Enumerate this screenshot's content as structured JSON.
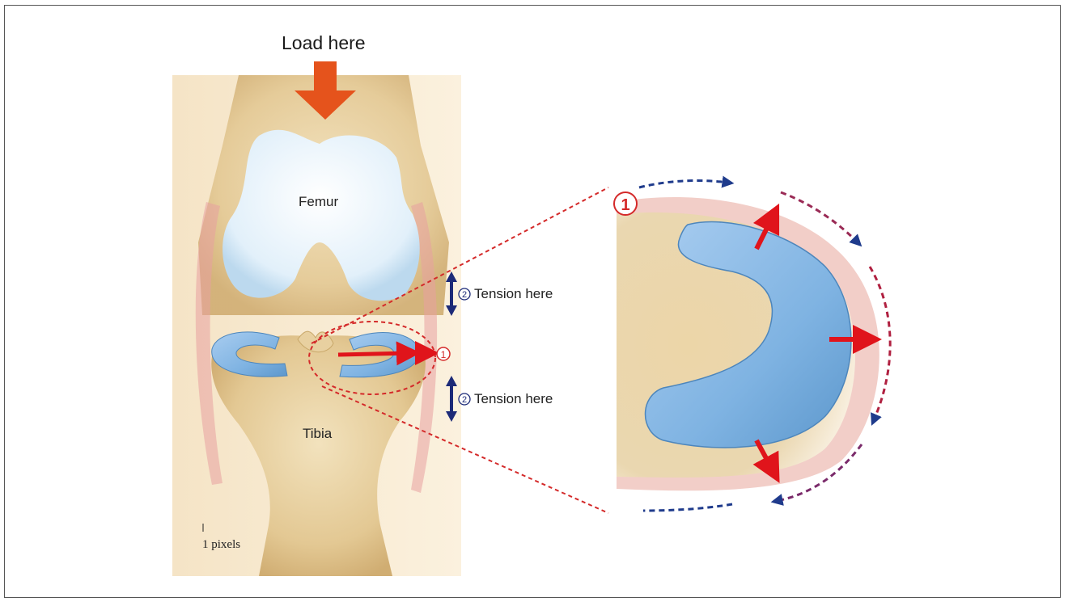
{
  "labels": {
    "load": "Load here",
    "femur": "Femur",
    "tibia": "Tibia",
    "tension_1": "Tension here",
    "tension_2": "Tension here",
    "marker_1": "1",
    "marker_2": "2",
    "scale_bar": "1 pixels"
  },
  "colors": {
    "load_arrow": "#e5531c",
    "force_arrow": "#e0141b",
    "tension_arrow": "#1c2a78",
    "meniscus": "#7fb3e2",
    "bone": "#e9d3a6",
    "cartilage": "#dcecf8",
    "ligament": "#e8a0a0",
    "dashed_outline": "#d42a2a",
    "hoop_arrow_blue": "#1f3b8c",
    "hoop_arrow_red": "#b02040"
  }
}
